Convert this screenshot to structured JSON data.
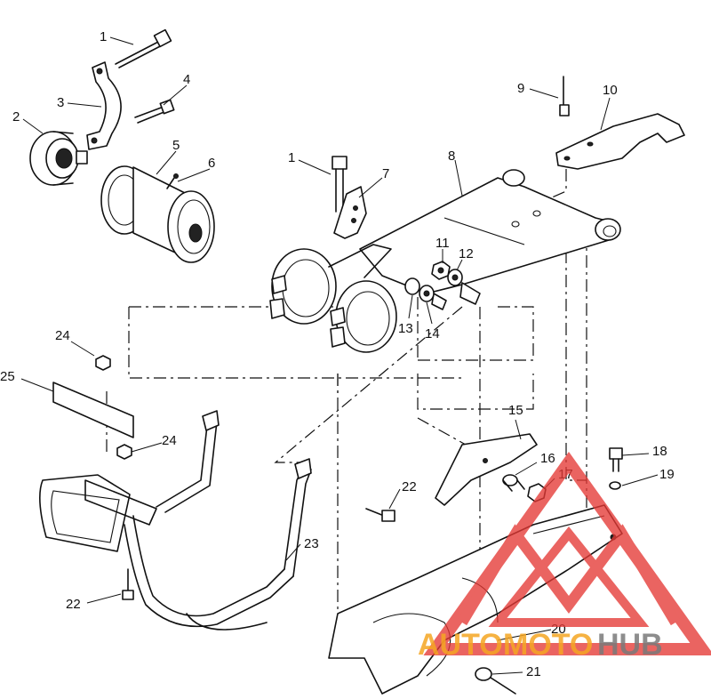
{
  "diagram": {
    "callouts": [
      {
        "id": "1a",
        "label": "1"
      },
      {
        "id": "2",
        "label": "2"
      },
      {
        "id": "3",
        "label": "3"
      },
      {
        "id": "4",
        "label": "4"
      },
      {
        "id": "5",
        "label": "5"
      },
      {
        "id": "6",
        "label": "6"
      },
      {
        "id": "1b",
        "label": "1"
      },
      {
        "id": "7",
        "label": "7"
      },
      {
        "id": "8",
        "label": "8"
      },
      {
        "id": "9",
        "label": "9"
      },
      {
        "id": "10",
        "label": "10"
      },
      {
        "id": "11",
        "label": "11"
      },
      {
        "id": "12",
        "label": "12"
      },
      {
        "id": "13",
        "label": "13"
      },
      {
        "id": "14",
        "label": "14"
      },
      {
        "id": "24a",
        "label": "24"
      },
      {
        "id": "25",
        "label": "25"
      },
      {
        "id": "24b",
        "label": "24"
      },
      {
        "id": "15",
        "label": "15"
      },
      {
        "id": "16",
        "label": "16"
      },
      {
        "id": "17",
        "label": "17"
      },
      {
        "id": "18",
        "label": "18"
      },
      {
        "id": "19",
        "label": "19"
      },
      {
        "id": "22a",
        "label": "22"
      },
      {
        "id": "23",
        "label": "23"
      },
      {
        "id": "22b",
        "label": "22"
      },
      {
        "id": "20",
        "label": "20"
      },
      {
        "id": "21",
        "label": "21"
      }
    ]
  },
  "watermark": {
    "part1": "AUTO",
    "part2": "MOTO",
    "part3": "HUB",
    "color_red": "#e53935",
    "color_orange": "#f5a623",
    "color_gray": "#7a7a7a"
  }
}
